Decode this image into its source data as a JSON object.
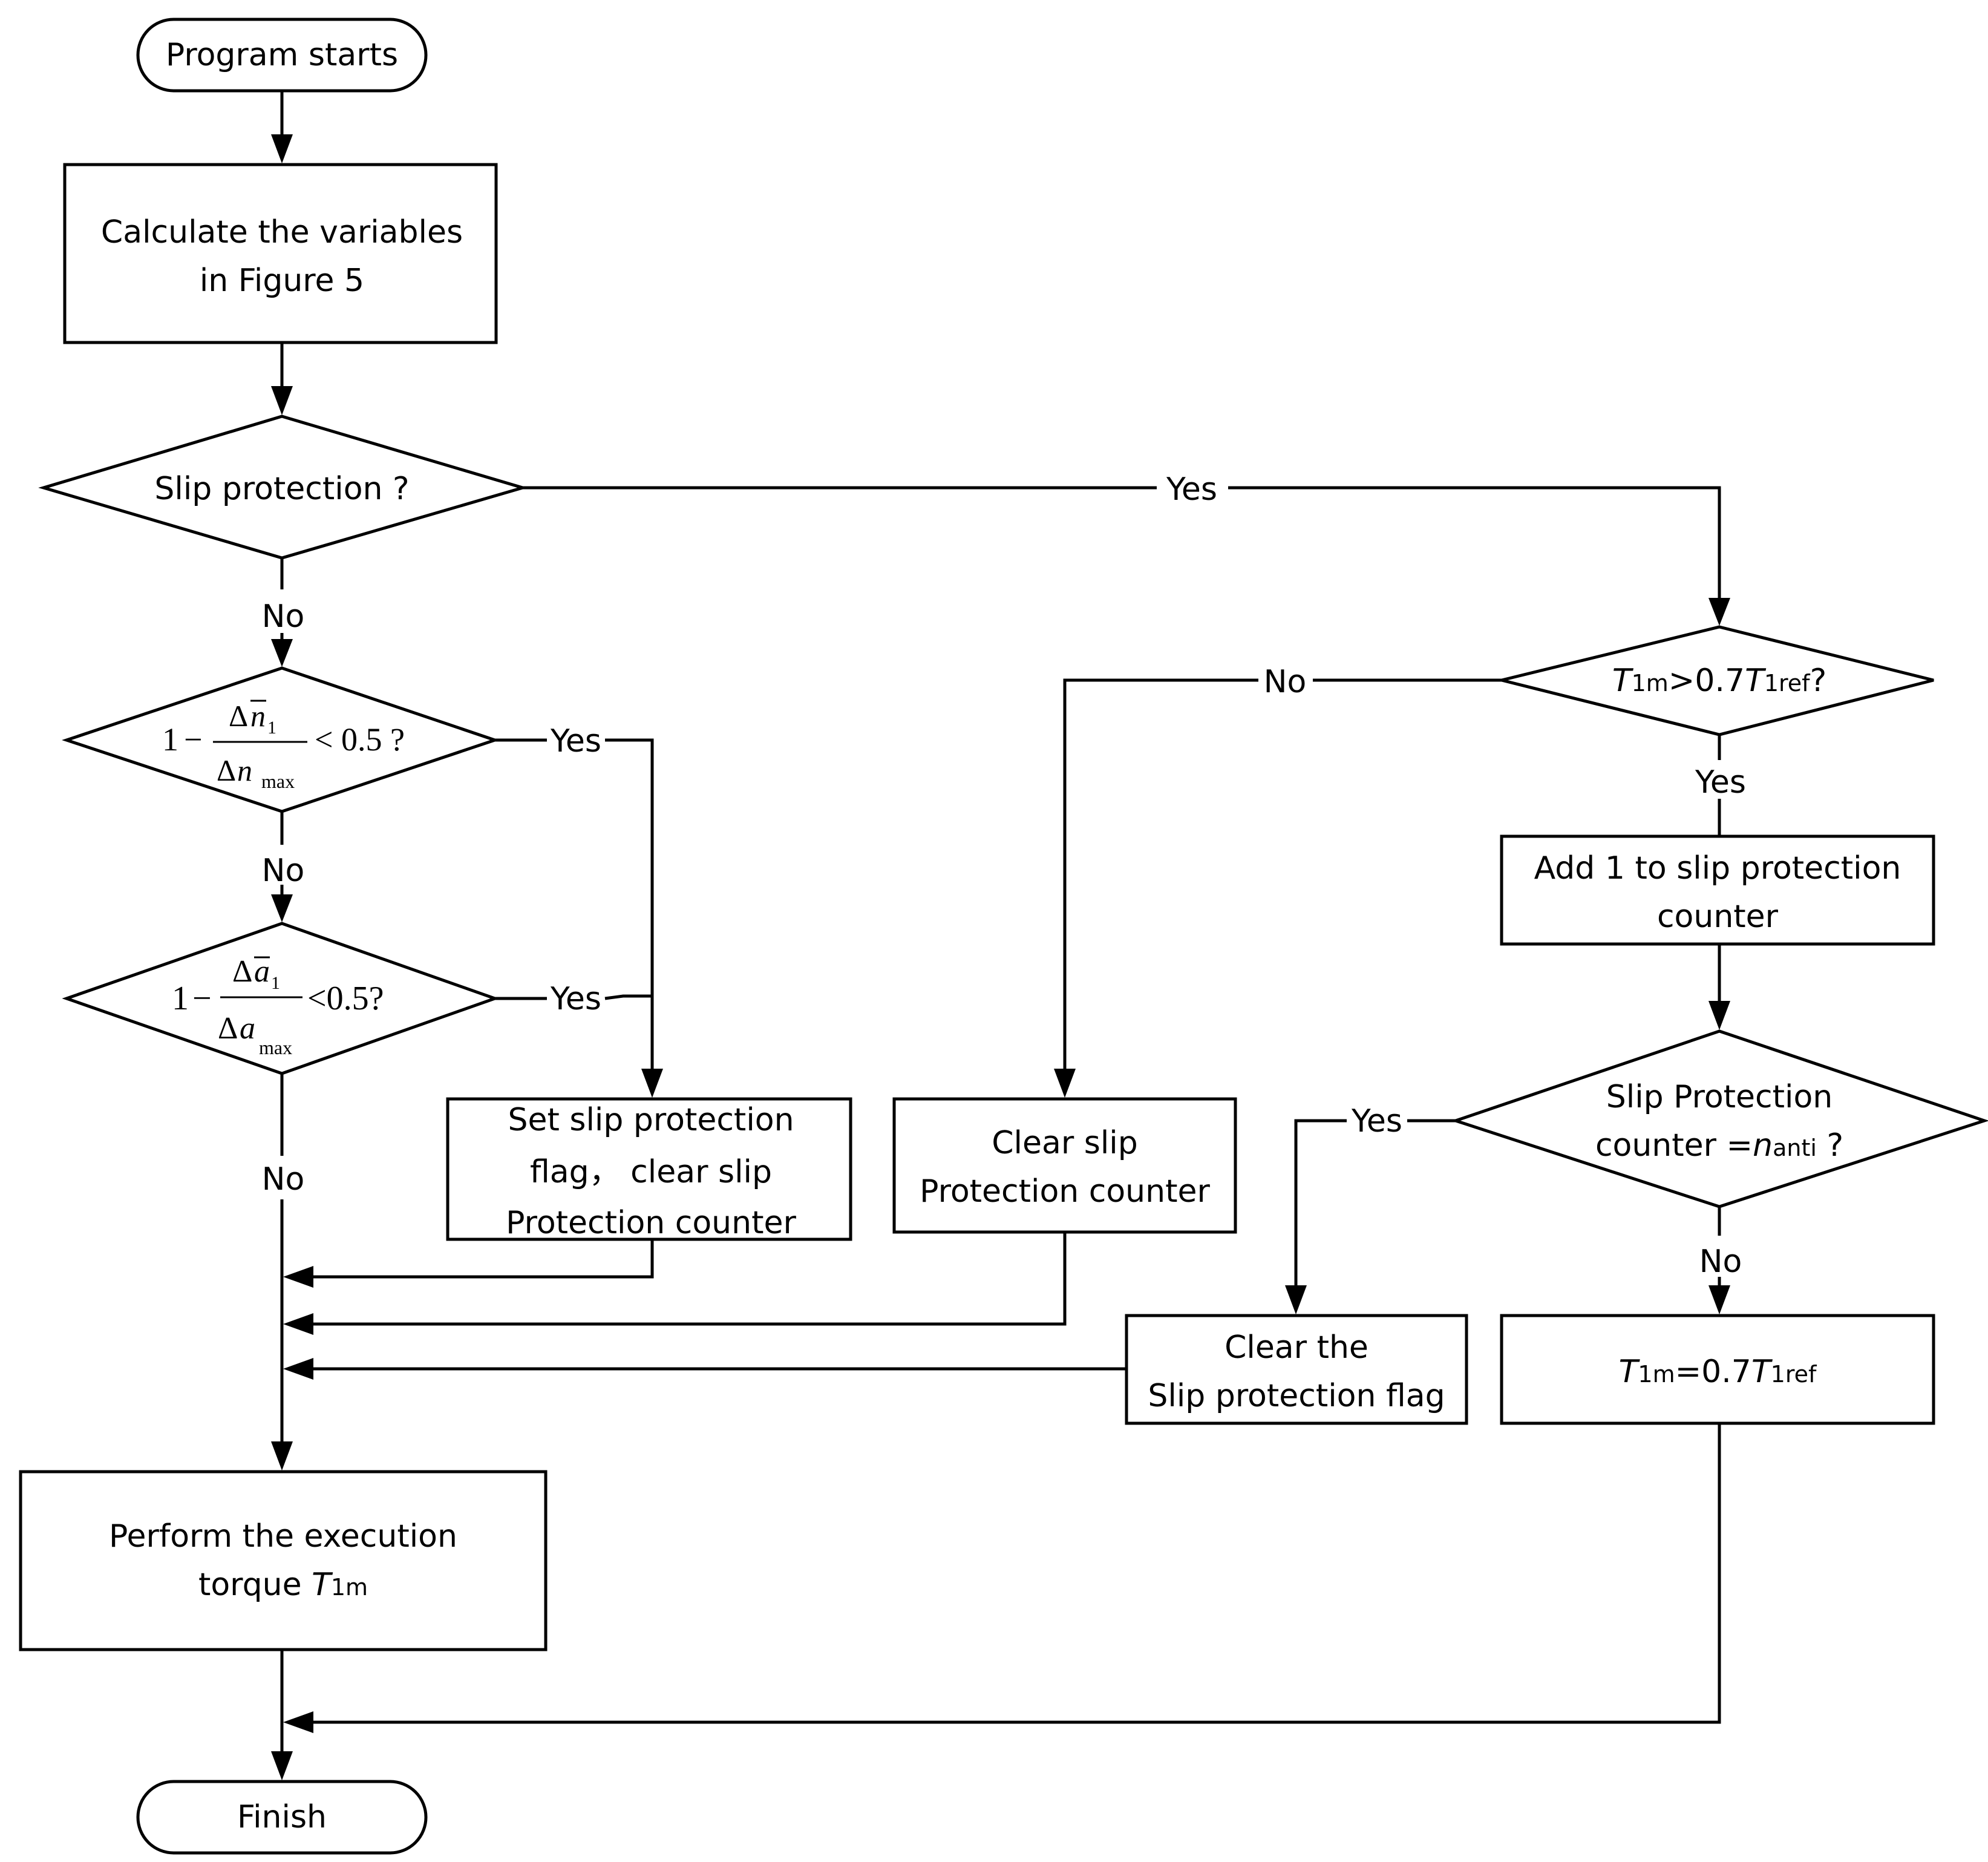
{
  "nodes": {
    "start": {
      "label": "Program starts"
    },
    "calc": {
      "line1": "Calculate the variables",
      "line2": "in  Figure 5"
    },
    "slip_q": {
      "label": "Slip protection ?"
    },
    "cond_n": {
      "one": "1",
      "minus": "−",
      "num": "Δ",
      "num_var": "n",
      "num_sub": "1",
      "den": "Δ",
      "den_var": "n",
      "den_sub": "max",
      "rhs": "< 0.5 ?"
    },
    "cond_a": {
      "one": "1",
      "minus": "−",
      "num": "Δ",
      "num_var": "a",
      "num_sub": "1",
      "den": "Δ",
      "den_var": "a",
      "den_sub": "max",
      "rhs": "<0.5?"
    },
    "t1m_q": {
      "T": "T",
      "sub1": "1m",
      "mid": ">0.7",
      "T2": "T",
      "sub2": "1ref",
      "end": "?"
    },
    "add1": {
      "line1": "Add 1 to slip protection",
      "line2": "counter"
    },
    "counter_q": {
      "line1": "Slip Protection",
      "line2_a": "counter =",
      "n": "n",
      "n_sub": "anti",
      "line2_b": " ?"
    },
    "set_flag": {
      "line1": "Set slip protection",
      "line2": "flag，  clear slip",
      "line3": "Protection counter"
    },
    "clear_counter": {
      "line1": "Clear slip",
      "line2": "Protection counter"
    },
    "clear_flag": {
      "line1": "Clear the",
      "line2": "Slip protection flag"
    },
    "t1m_set": {
      "T": "T",
      "sub1": "1m",
      "mid": "=0.7",
      "T2": "T",
      "sub2": "1ref"
    },
    "execute": {
      "line1": "Perform the execution",
      "line2": "torque ",
      "T": "T",
      "sub": "1m"
    },
    "finish": {
      "label": "Finish"
    }
  },
  "edge_labels": {
    "slip_yes": "Yes",
    "slip_no": "No",
    "n_yes": "Yes",
    "n_no": "No",
    "a_yes": "Yes",
    "a_no": "No",
    "t1m_no": "No",
    "t1m_yes": "Yes",
    "counter_yes": "Yes",
    "counter_no": "No"
  }
}
